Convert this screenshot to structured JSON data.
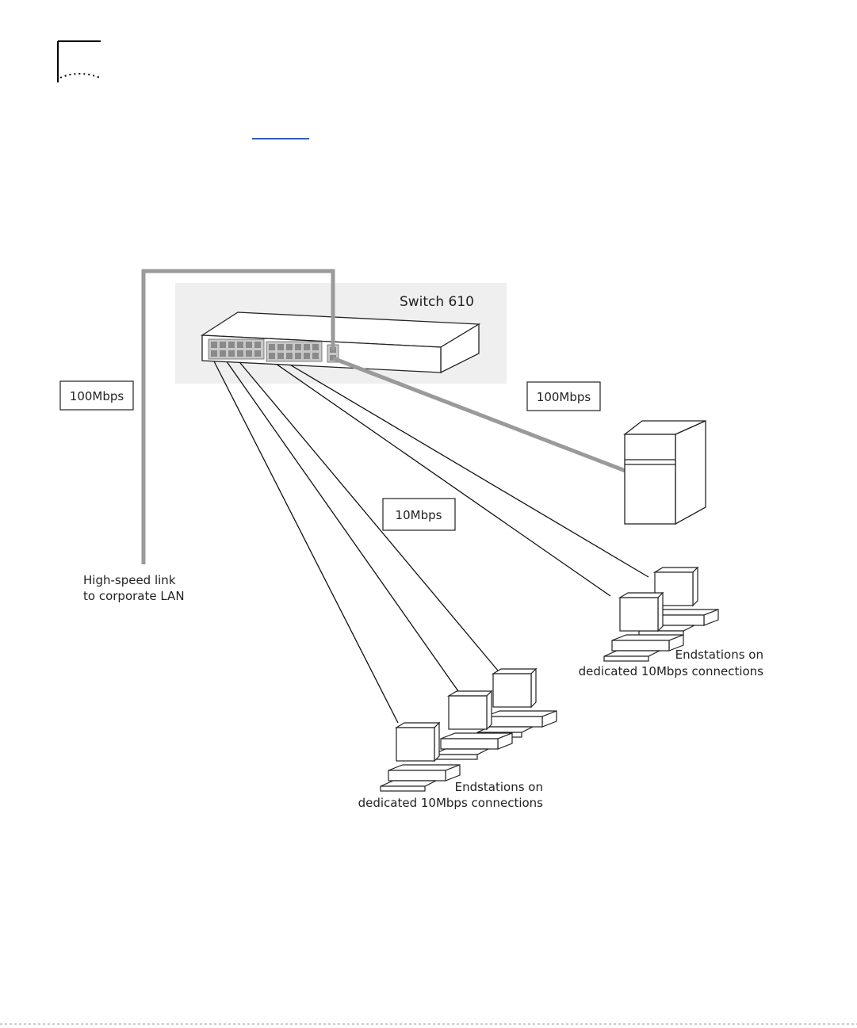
{
  "figure": {
    "switch_label": "Switch 610",
    "speed_uplink_left": "100Mbps",
    "speed_uplink_right": "100Mbps",
    "speed_endstation": "10Mbps",
    "uplink_note_line1": "High-speed link",
    "uplink_note_line2": "to corporate LAN",
    "endstations_right_line1": "Endstations on",
    "endstations_right_line2": "dedicated 10Mbps connections",
    "endstations_bottom_line1": "Endstations on",
    "endstations_bottom_line2": "dedicated 10Mbps connections"
  },
  "colors": {
    "link_blue": "#2b5bd7",
    "panel_gray": "#efefef",
    "thick_link_gray": "#9a9a9a"
  }
}
